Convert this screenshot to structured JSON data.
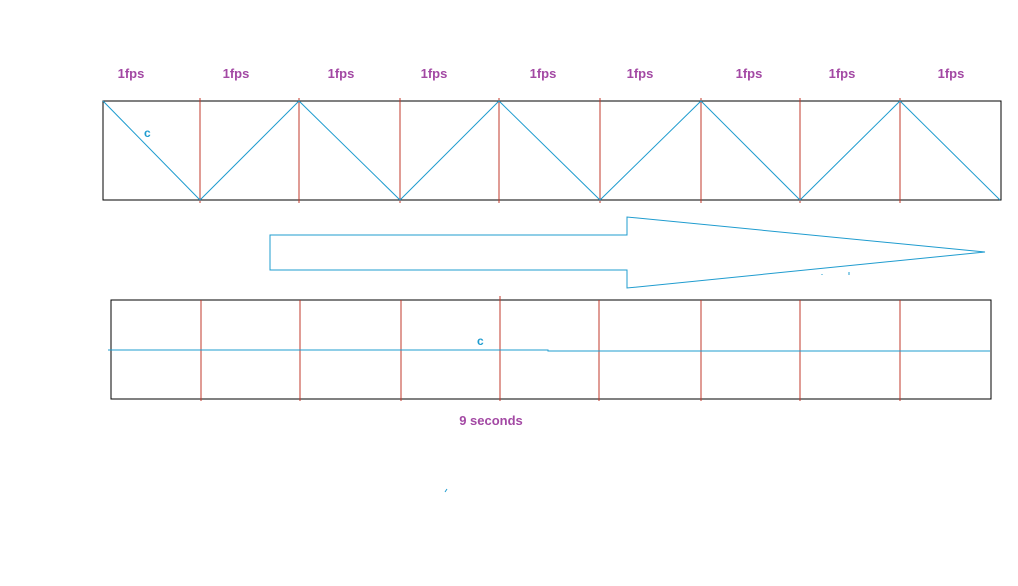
{
  "colors": {
    "label": "#a349a4",
    "line": "#1f9ccf",
    "divider": "#c0392b",
    "frame": "#000000",
    "background": "#ffffff"
  },
  "top_strip": {
    "frame_rate_labels": [
      "1fps",
      "1fps",
      "1fps",
      "1fps",
      "1fps",
      "1fps",
      "1fps",
      "1fps",
      "1fps"
    ],
    "curve_label": "c"
  },
  "arrow": {
    "direction": "right"
  },
  "bottom_strip": {
    "curve_label": "c",
    "duration_label": "9 seconds"
  }
}
